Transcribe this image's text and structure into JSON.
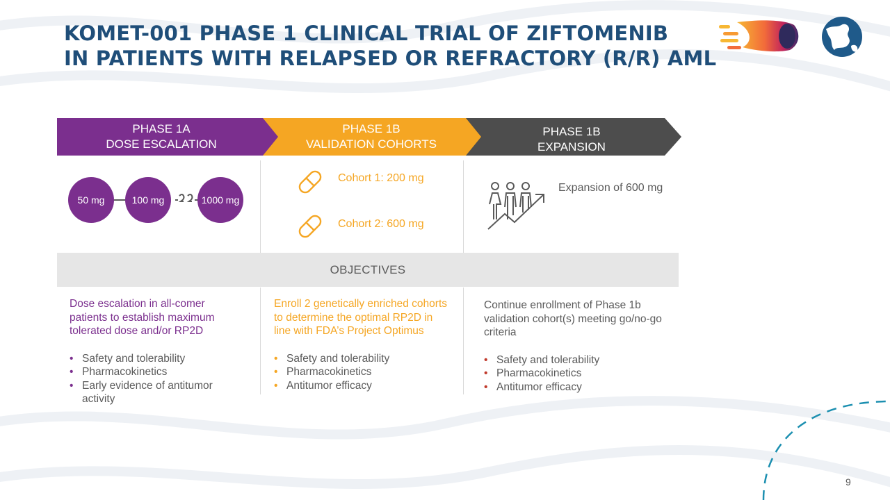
{
  "title": {
    "line1": "KOMET-001 PHASE 1 CLINICAL TRIAL OF ZIFTOMENIB",
    "line2": "IN PATIENTS WITH RELAPSED OR REFRACTORY (R/R) AML"
  },
  "phases": [
    {
      "line1": "PHASE 1A",
      "line2": "DOSE ESCALATION",
      "color": "#7b2f8e"
    },
    {
      "line1": "PHASE 1B",
      "line2": "VALIDATION COHORTS",
      "color": "#f5a623"
    },
    {
      "line1": "PHASE 1B",
      "line2": "EXPANSION",
      "color": "#4d4d4d"
    }
  ],
  "doses": [
    "50 mg",
    "100 mg",
    "1000 mg"
  ],
  "cohorts": [
    "Cohort 1: 200 mg",
    "Cohort 2: 600 mg"
  ],
  "expansion": "Expansion of 600 mg",
  "objectives_label": "OBJECTIVES",
  "columns": [
    {
      "intro": "Dose escalation in all-comer patients to establish maximum tolerated dose and/or RP2D",
      "bullets": [
        "Safety and tolerability",
        "Pharmacokinetics",
        "Early evidence of antitumor activity"
      ]
    },
    {
      "intro": "Enroll 2 genetically enriched cohorts to determine the optimal RP2D in line with FDA’s Project Optimus",
      "bullets": [
        "Safety and tolerability",
        "Pharmacokinetics",
        "Antitumor efficacy"
      ]
    },
    {
      "intro": "Continue enrollment of Phase 1b validation cohort(s) meeting go/no-go criteria",
      "bullets": [
        "Safety and tolerability",
        "Pharmacokinetics",
        "Antitumor efficacy"
      ]
    }
  ],
  "page_number": "9",
  "icons": {
    "pill": "capsule-icon",
    "people": "people-growth-icon",
    "break": "axis-break-icon",
    "logo_comet": "comet-logo-icon",
    "logo_globe": "globe-logo-icon"
  },
  "colors": {
    "title": "#1f4e79",
    "purple": "#7b2f8e",
    "orange": "#f5a623",
    "dark_gray": "#4d4d4d",
    "teal": "#1b8fb0"
  }
}
